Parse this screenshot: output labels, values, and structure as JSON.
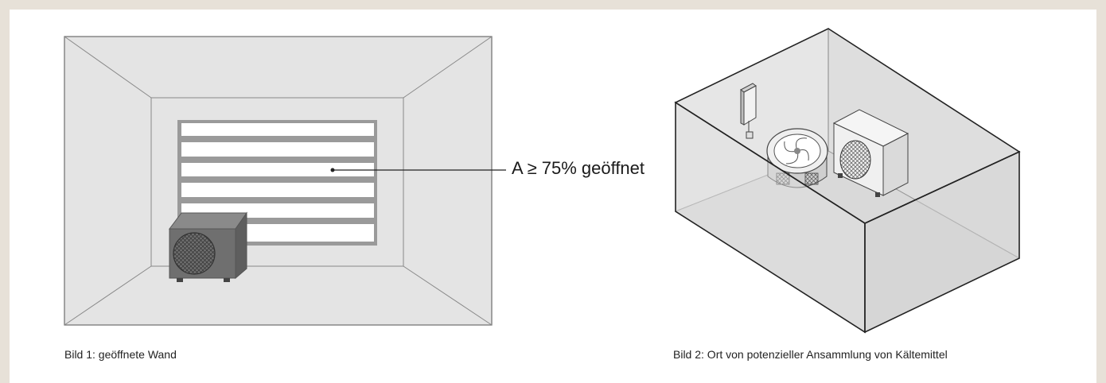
{
  "figure1": {
    "annotation": "A ≥ 75% geöffnet",
    "caption": "Bild 1: geöffnete Wand"
  },
  "figure2": {
    "caption": "Bild 2: Ort von potenzieller Ansammlung von Kältemittel"
  },
  "colors": {
    "background_frame": "#e7e1d8",
    "wall_fill": "#e4e4e4",
    "line": "#777777",
    "unit_dark": "#6f6f6f"
  }
}
